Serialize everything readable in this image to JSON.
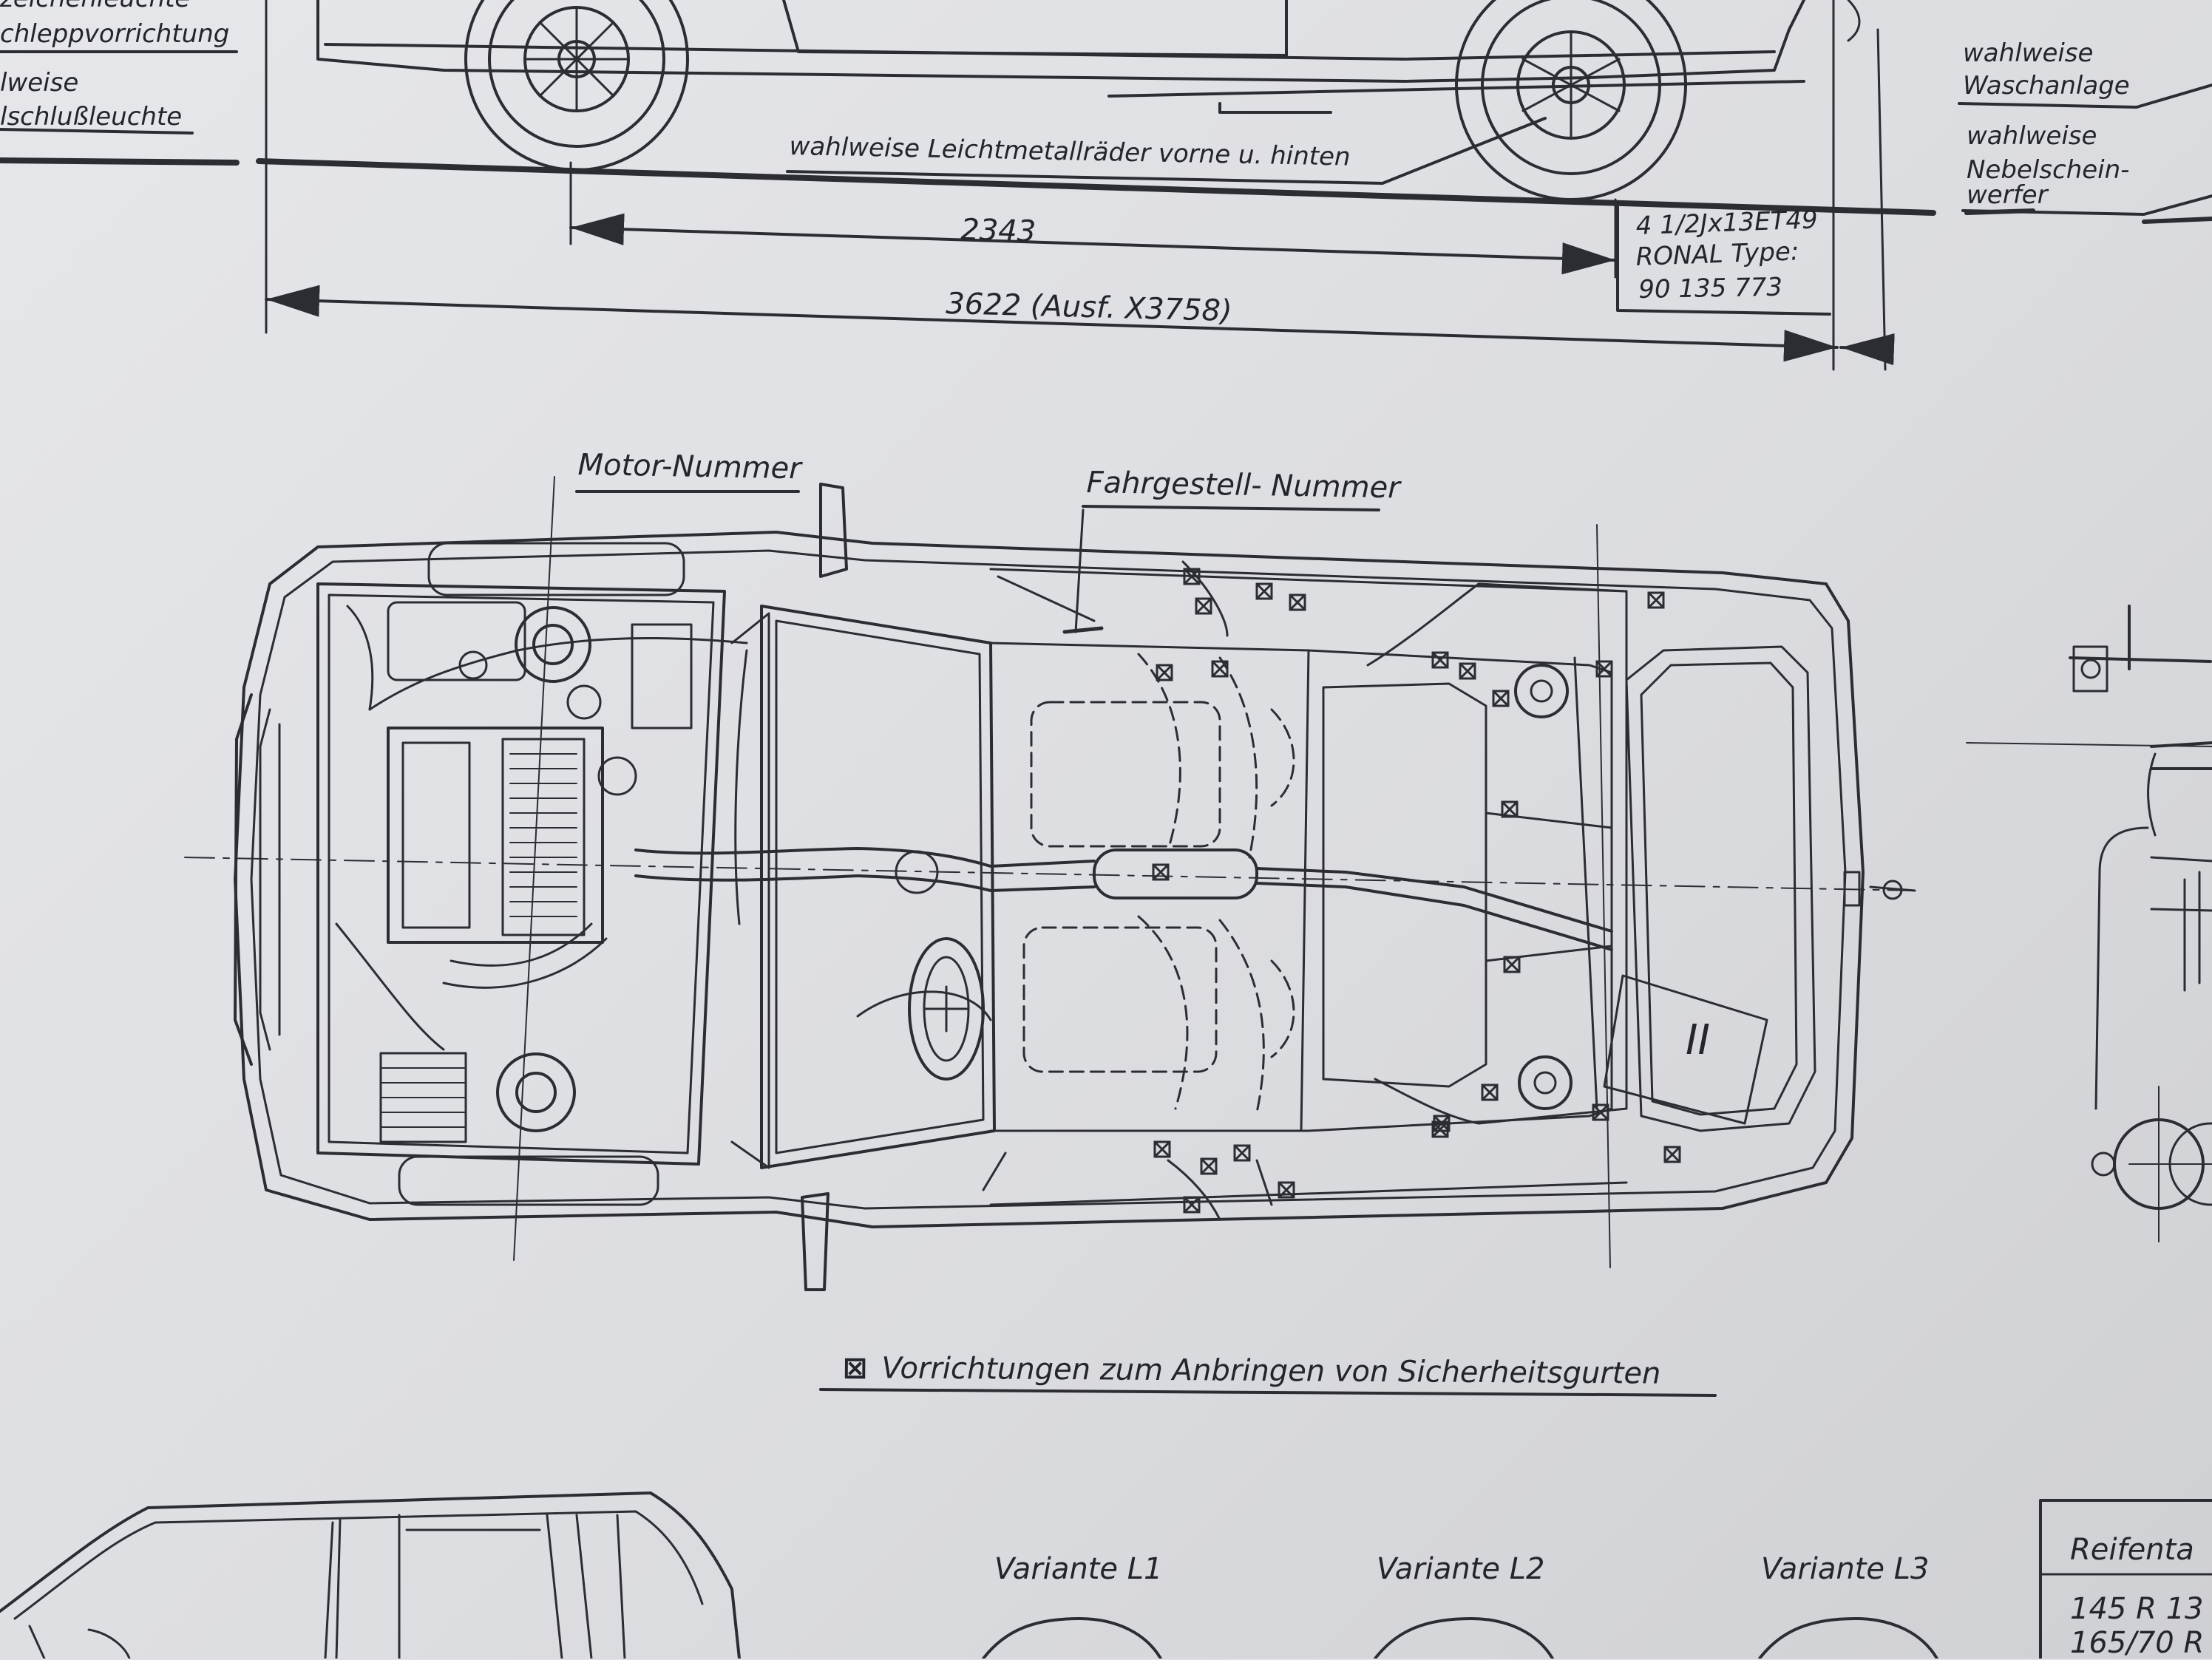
{
  "labels": {
    "top_left_fragment": "zeichenleuchte",
    "tow_device": "chleppvorrichtung",
    "optional_fragment": "lweise",
    "rear_fog_lamp": "lschlußleuchte",
    "alloy_wheels": "wahlweise Leichtmetallräder vorne u. hinten",
    "wheelbase": "2343",
    "overall_length": "3622 (Ausf. X3758)",
    "rim_size": "4 1/2Jx13ET49",
    "rim_maker": "RONAL Type:",
    "rim_number": "90 135 773",
    "washer_optional": "wahlweise",
    "washer_system": "Waschanlage",
    "fog_optional": "wahlweise",
    "fog_lamp_1": "Nebelschein-",
    "fog_lamp_2": "werfer",
    "engine_number": "Motor-Nummer",
    "chassis_number": "Fahrgestell- Nummer",
    "battery_mark": "II",
    "belt_legend_mark": "⊠",
    "belt_legend": "Vorrichtungen zum  Anbringen von Sicherheitsgurten",
    "variant_l1": "Variante L1",
    "variant_l2": "Variante L2",
    "variant_l3": "Variante L3",
    "tire_table_header": "Reifenta",
    "tire_row_1": "145 R 13",
    "tire_row_2": "165/70 R"
  },
  "colors": {
    "paper": "#dfe0e4",
    "ink": "#2b2d33"
  },
  "icons": {
    "belt_anchor": "crossed-square-icon"
  }
}
